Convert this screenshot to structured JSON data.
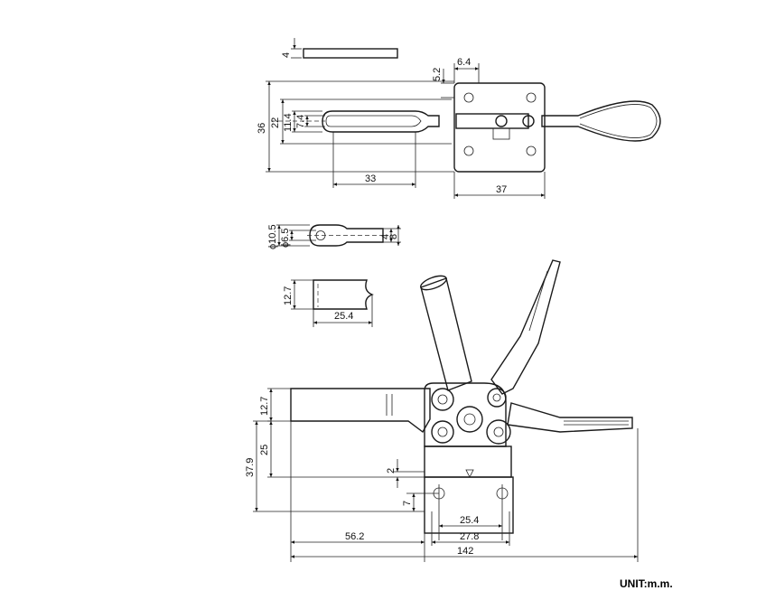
{
  "unit_label": "UNIT:m.m.",
  "dimensions": {
    "plate_thickness": "4",
    "hole_offset": "5.2",
    "hole_dia": "6.4",
    "overall_height": "36",
    "slot_outer": "22",
    "slot_width": "11.4",
    "slot_inner": "7.4",
    "slot_length": "33",
    "base_width": "37",
    "tip_outer_dia": "ϕ10.5",
    "tip_inner_dia": "ϕ6.5",
    "tip_thickness": "4",
    "tip_width": "8",
    "block_height": "12.7",
    "block_length": "25.4",
    "side_top": "12.7",
    "side_arm": "25",
    "side_height": "37.9",
    "side_gap": "2",
    "side_hole": "7",
    "hole_spacing": "25.4",
    "hole_span": "27.8",
    "reach": "56.2",
    "overall_length": "142"
  }
}
